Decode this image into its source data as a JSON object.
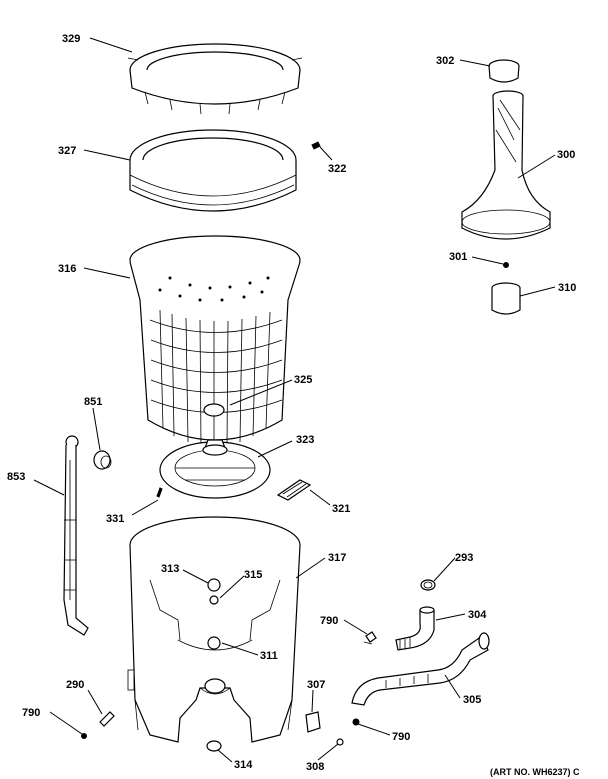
{
  "parts": [
    {
      "id": "lbl-329",
      "text": "329"
    },
    {
      "id": "lbl-327",
      "text": "327"
    },
    {
      "id": "lbl-322",
      "text": "322"
    },
    {
      "id": "lbl-316",
      "text": "316"
    },
    {
      "id": "lbl-325",
      "text": "325"
    },
    {
      "id": "lbl-323",
      "text": "323"
    },
    {
      "id": "lbl-321",
      "text": "321"
    },
    {
      "id": "lbl-851",
      "text": "851"
    },
    {
      "id": "lbl-853",
      "text": "853"
    },
    {
      "id": "lbl-331",
      "text": "331"
    },
    {
      "id": "lbl-317",
      "text": "317"
    },
    {
      "id": "lbl-313",
      "text": "313"
    },
    {
      "id": "lbl-315",
      "text": "315"
    },
    {
      "id": "lbl-311",
      "text": "311"
    },
    {
      "id": "lbl-290",
      "text": "290"
    },
    {
      "id": "lbl-790a",
      "text": "790"
    },
    {
      "id": "lbl-314",
      "text": "314"
    },
    {
      "id": "lbl-307",
      "text": "307"
    },
    {
      "id": "lbl-308",
      "text": "308"
    },
    {
      "id": "lbl-790b",
      "text": "790"
    },
    {
      "id": "lbl-790c",
      "text": "790"
    },
    {
      "id": "lbl-293",
      "text": "293"
    },
    {
      "id": "lbl-304",
      "text": "304"
    },
    {
      "id": "lbl-305",
      "text": "305"
    },
    {
      "id": "lbl-302",
      "text": "302"
    },
    {
      "id": "lbl-300",
      "text": "300"
    },
    {
      "id": "lbl-301",
      "text": "301"
    },
    {
      "id": "lbl-310",
      "text": "310"
    }
  ],
  "art_number": "(ART NO. WH6237) C"
}
